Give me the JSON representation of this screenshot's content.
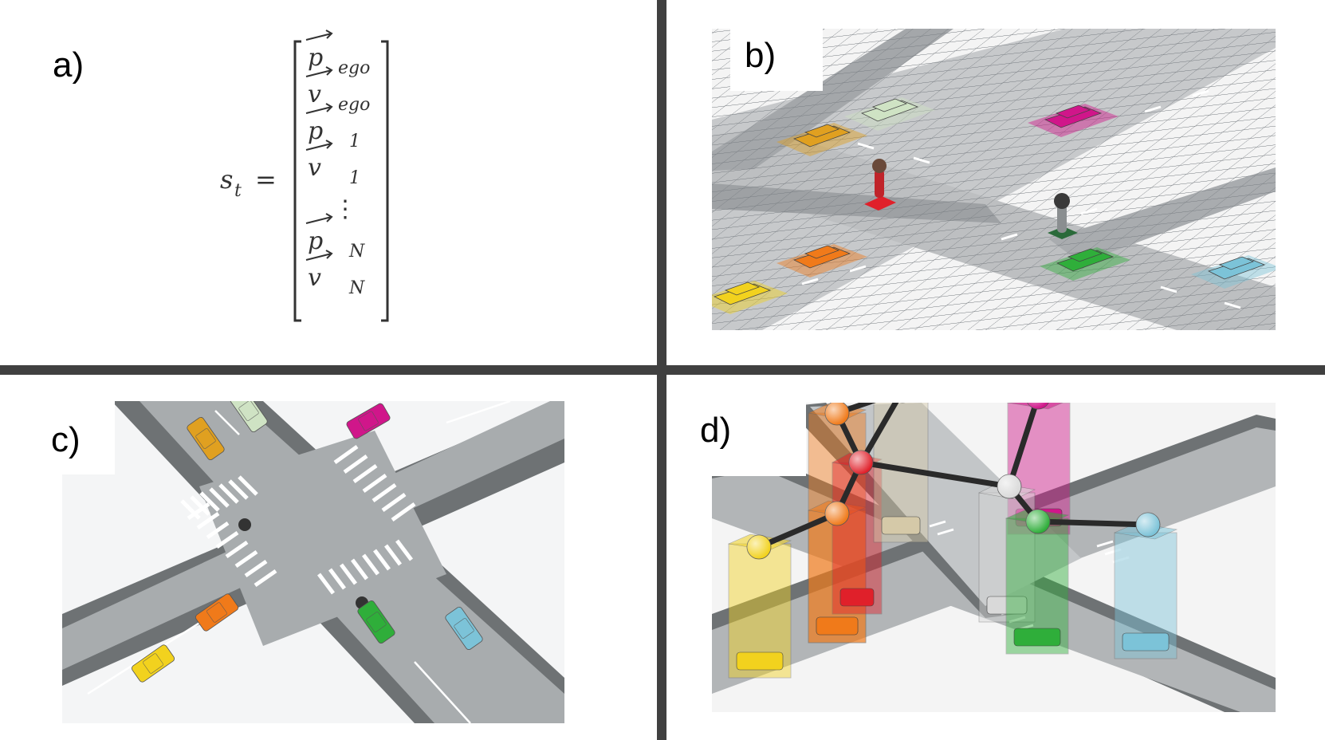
{
  "panels": {
    "a": {
      "label": "a)"
    },
    "b": {
      "label": "b)"
    },
    "c": {
      "label": "c)"
    },
    "d": {
      "label": "d)"
    }
  },
  "formula": {
    "lhs_symbol": "s",
    "lhs_subscript": "t",
    "equals": "=",
    "rows": [
      {
        "symbol": "p",
        "subscript": "ego"
      },
      {
        "symbol": "v",
        "subscript": "ego"
      },
      {
        "symbol": "p",
        "subscript": "1"
      },
      {
        "symbol": "v",
        "subscript": "1"
      },
      {
        "symbol": "⋮",
        "subscript": ""
      },
      {
        "symbol": "p",
        "subscript": "N"
      },
      {
        "symbol": "v",
        "subscript": "N"
      }
    ]
  },
  "colors": {
    "yellow_car": "#f2d21e",
    "orange_car": "#f07a1a",
    "gold_car": "#e0a020",
    "pale_green_car": "#cfe3c4",
    "magenta_car": "#d0168a",
    "green_car": "#2fae3a",
    "cyan_car": "#7cc3d8",
    "pedestrian_red": "#e0202a",
    "pedestrian_dark": "#2a6a3a",
    "road": "#a8acae",
    "road_edge": "#6e7274",
    "graph_edge": "#2a2a2a",
    "ego_node": "#d5c9a8",
    "gray_node": "#d9d9d9"
  }
}
